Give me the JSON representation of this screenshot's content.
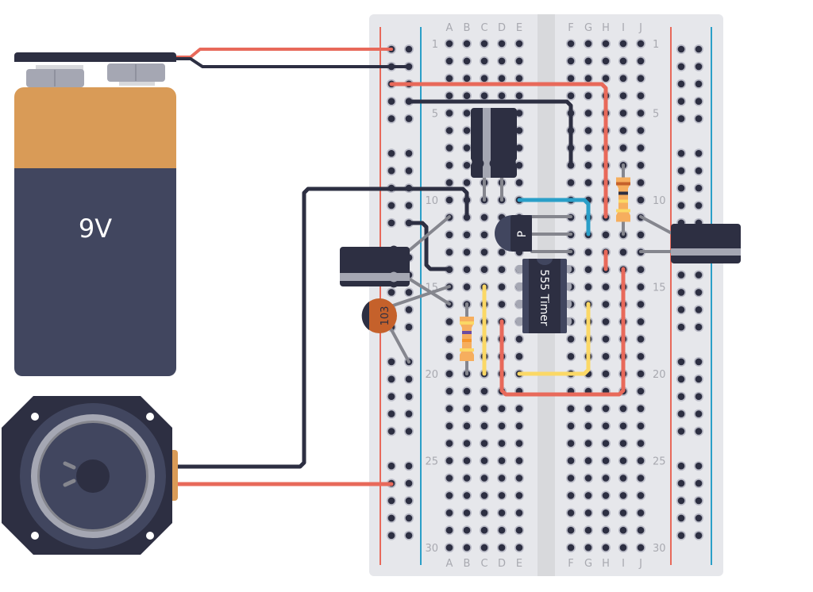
{
  "title": "555 Timer breadboard circuit",
  "breadboard": {
    "column_labels_left": [
      "A",
      "B",
      "C",
      "D",
      "E"
    ],
    "column_labels_right": [
      "F",
      "G",
      "H",
      "I",
      "J"
    ],
    "row_labels": [
      "1",
      "5",
      "10",
      "15",
      "20",
      "25",
      "30"
    ],
    "row_count": 30,
    "colors": {
      "board": "#e6e7eb",
      "channel": "#d8d9dc",
      "hole": "#2d2f42",
      "hole_ring": "#b9bac6",
      "rail_positive": "#e8695a",
      "rail_negative": "#2a9fc8"
    }
  },
  "battery": {
    "label": "9V",
    "colors": {
      "top": "#d99b57",
      "body": "#41465f",
      "clip": "#2d2f42",
      "terminal": "#a5a7b3"
    }
  },
  "speaker": {
    "colors": {
      "frame": "#2d2f42",
      "cone": "#41465f",
      "ring": "#a5a7b3",
      "tab": "#d99b57"
    }
  },
  "components": {
    "ic": {
      "label": "555 Timer",
      "color": "#2d2f42"
    },
    "transistor": {
      "label": "P",
      "color": "#41465f"
    },
    "ceramic_capacitor": {
      "label": "103",
      "color": "#c5612b"
    },
    "resistor_color": "#f6ae5e",
    "capacitor_color": "#2d2f42"
  },
  "wire_colors": {
    "red": "#e8695a",
    "black": "#2d2f42",
    "blue": "#2a9fc8",
    "yellow": "#fbd866",
    "lead": "#85868e"
  }
}
